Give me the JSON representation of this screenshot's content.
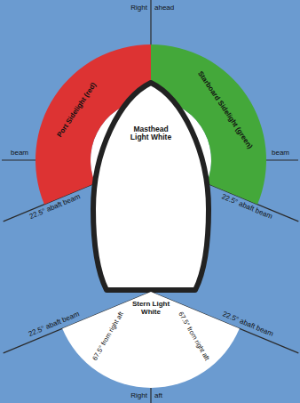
{
  "diagram": {
    "nodes": [
      {
        "text": [
          "Port Sidelight (red)"
        ]
      },
      {
        "text": [
          "Starboard Sidelight (green)"
        ]
      },
      {
        "text": [
          "Masthead Light White"
        ]
      },
      {
        "text": [
          "Stern Light White"
        ]
      }
    ],
    "labels": [
      "Right",
      "ahead",
      "beam",
      "beam",
      "22.5° abaft beam",
      "22.5° abaft beam",
      "22.5° abaft beam",
      "22.5° abaft beam",
      "67.5° from right aft",
      "67.5° from right aft",
      "Right",
      "aft"
    ]
  }
}
